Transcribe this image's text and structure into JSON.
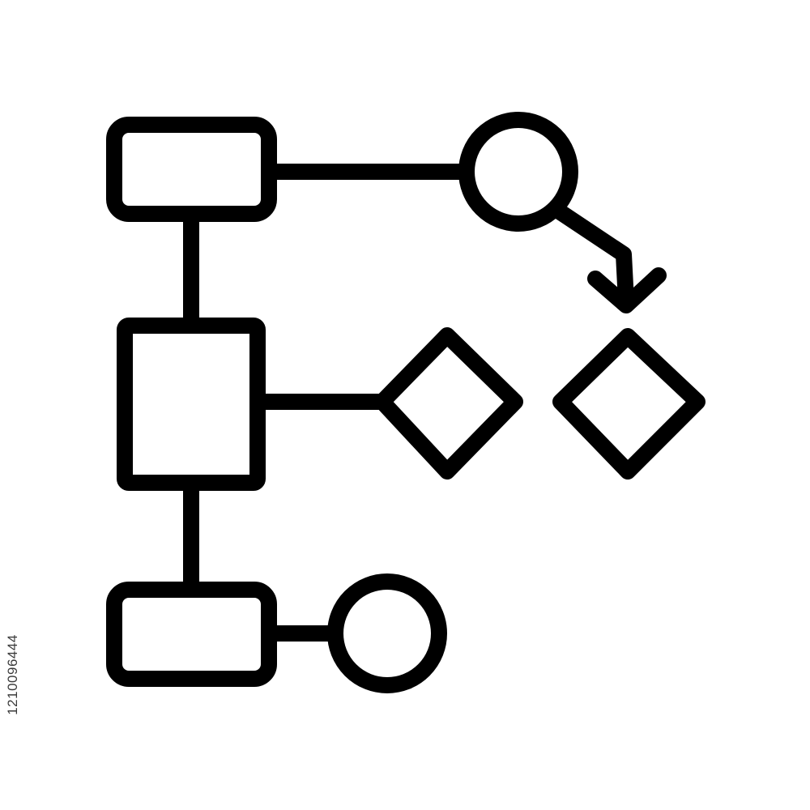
{
  "stock_watermark": {
    "id_text": "1210096444"
  },
  "diagram": {
    "stroke_color": "#000000",
    "background_color": "#ffffff",
    "icon": "flowchart-icon",
    "nodes": [
      {
        "id": "top-rect",
        "shape": "rounded-rectangle"
      },
      {
        "id": "top-circle",
        "shape": "circle"
      },
      {
        "id": "middle-square",
        "shape": "square"
      },
      {
        "id": "middle-diamond",
        "shape": "diamond"
      },
      {
        "id": "right-diamond",
        "shape": "diamond"
      },
      {
        "id": "bottom-rect",
        "shape": "rounded-rectangle"
      },
      {
        "id": "bottom-circle",
        "shape": "circle"
      }
    ],
    "edges": [
      {
        "from": "top-rect",
        "to": "top-circle",
        "arrow": false
      },
      {
        "from": "top-circle",
        "to": "right-diamond",
        "arrow": true
      },
      {
        "from": "top-rect",
        "to": "middle-square",
        "arrow": false
      },
      {
        "from": "middle-square",
        "to": "middle-diamond",
        "arrow": false
      },
      {
        "from": "middle-square",
        "to": "bottom-rect",
        "arrow": false
      },
      {
        "from": "bottom-rect",
        "to": "bottom-circle",
        "arrow": false
      }
    ]
  }
}
